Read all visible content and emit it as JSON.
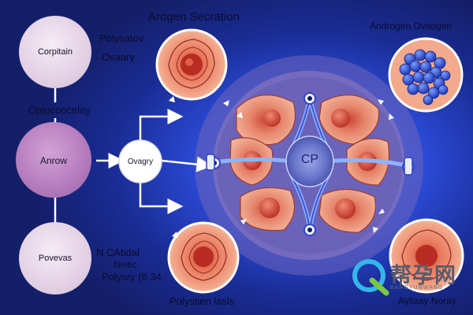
{
  "diagram": {
    "title": "Arogen Secration",
    "top_right_title": "Androgen Ovaogen",
    "left_circles": {
      "top": "Corpitain",
      "middle": "Anrow",
      "bottom": "Povevas"
    },
    "side_labels": {
      "polysatov_line1": "Polysatov",
      "polysatov_line2": "- Ovaary",
      "opjoco": "Opjocoocelay",
      "cathedal_line1": "N  CAtidal",
      "cathedal_line2": "Neitic",
      "cathedal_line3": "Polysry (8.34"
    },
    "hub_label": "Ovagry",
    "center_label": "CP",
    "bottom_left_caption": "Polystien lasls",
    "bottom_right_caption": "Ayllaay Noray",
    "watermark": {
      "chars": "帮孕网",
      "pinyin": "BANGYUNWANG"
    },
    "colors": {
      "background": "#14206e",
      "glow": "#2e5cff",
      "circle_light": "#ebdcec",
      "circle_purple": "#c28ac8",
      "tissue": "#e8846a"
    }
  }
}
